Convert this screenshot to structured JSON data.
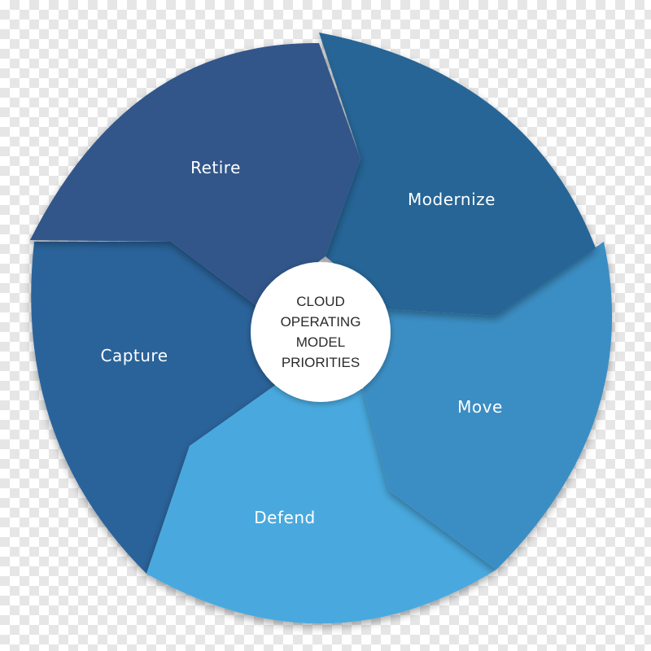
{
  "diagram": {
    "center": {
      "lines": [
        "CLOUD",
        "OPERATING",
        "MODEL",
        "PRIORITIES"
      ]
    },
    "segments": [
      {
        "label": "Retire",
        "color": "#30578a"
      },
      {
        "label": "Modernize",
        "color": "#276596"
      },
      {
        "label": "Move",
        "color": "#3b8ec4"
      },
      {
        "label": "Defend",
        "color": "#4aa9de"
      },
      {
        "label": "Capture",
        "color": "#2a639a"
      }
    ]
  }
}
